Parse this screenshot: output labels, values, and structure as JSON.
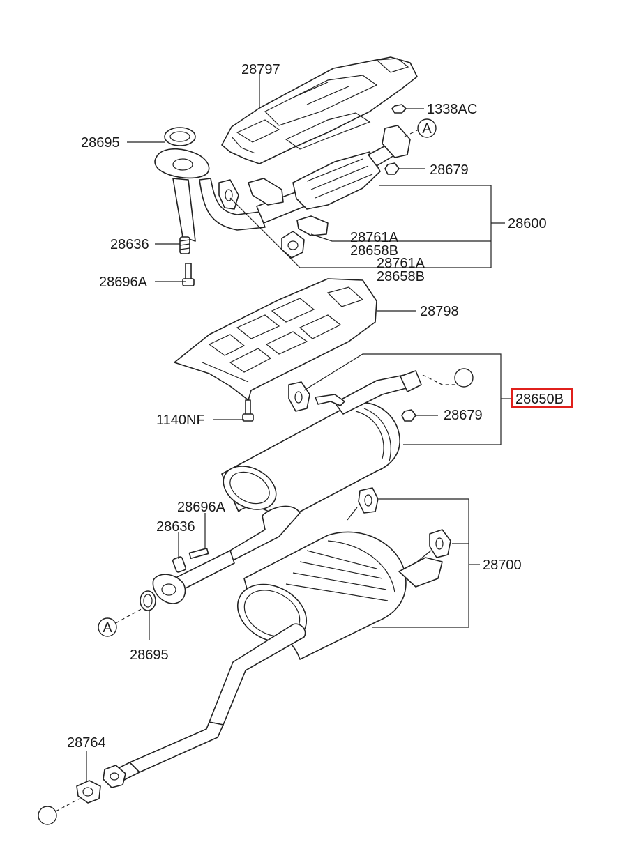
{
  "parts": {
    "heat_shield_upper": "28797",
    "nut_1338ac": "1338AC",
    "gasket_front": "28695",
    "nut_front": "28679",
    "front_pipe_assy": "28600",
    "hanger_1": "28761A",
    "hanger_bush_1": "28658B",
    "hanger_2": "28761A",
    "hanger_bush_2": "28658B",
    "spring_front": "28636",
    "bolt_front": "28696A",
    "heat_shield_lower": "28798",
    "center_muffler_assy": "28650B",
    "nut_center": "28679",
    "bolt_1140nf": "1140NF",
    "bolt_center": "28696A",
    "spring_center": "28636",
    "gasket_center": "28695",
    "main_muffler_assy": "28700",
    "hanger_rear": "28764"
  },
  "refs": {
    "ref_a_top": "A",
    "ref_a_bottom": "A"
  },
  "colors": {
    "highlight": "#e0201c",
    "line": "#222222"
  }
}
